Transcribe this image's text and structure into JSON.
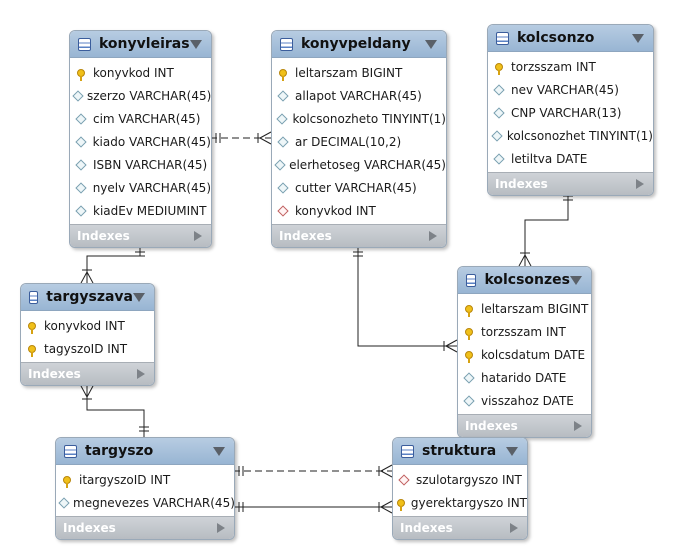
{
  "tables": [
    {
      "id": "konyvleiras",
      "name": "konyvleiras",
      "footer": "Indexes",
      "columns": [
        {
          "text": "konyvkod INT",
          "icon": "key"
        },
        {
          "text": "szerzo VARCHAR(45)",
          "icon": "diamond"
        },
        {
          "text": "cim VARCHAR(45)",
          "icon": "diamond"
        },
        {
          "text": "kiado VARCHAR(45)",
          "icon": "diamond"
        },
        {
          "text": "ISBN VARCHAR(45)",
          "icon": "diamond"
        },
        {
          "text": "nyelv VARCHAR(45)",
          "icon": "diamond"
        },
        {
          "text": "kiadEv MEDIUMINT",
          "icon": "diamond"
        }
      ]
    },
    {
      "id": "konyvpeldany",
      "name": "konyvpeldany",
      "footer": "Indexes",
      "columns": [
        {
          "text": "leltarszam BIGINT",
          "icon": "key"
        },
        {
          "text": "allapot VARCHAR(45)",
          "icon": "diamond"
        },
        {
          "text": "kolcsonozheto TINYINT(1)",
          "icon": "diamond"
        },
        {
          "text": "ar DECIMAL(10,2)",
          "icon": "diamond"
        },
        {
          "text": "elerhetoseg VARCHAR(45)",
          "icon": "diamond"
        },
        {
          "text": "cutter VARCHAR(45)",
          "icon": "diamond"
        },
        {
          "text": "konyvkod INT",
          "icon": "fk-diamond"
        }
      ]
    },
    {
      "id": "kolcsonzo",
      "name": "kolcsonzo",
      "footer": "Indexes",
      "columns": [
        {
          "text": "torzsszam INT",
          "icon": "key"
        },
        {
          "text": "nev VARCHAR(45)",
          "icon": "diamond"
        },
        {
          "text": "CNP VARCHAR(13)",
          "icon": "diamond"
        },
        {
          "text": "kolcsonozhet TINYINT(1)",
          "icon": "diamond"
        },
        {
          "text": "letiltva DATE",
          "icon": "diamond"
        }
      ]
    },
    {
      "id": "targyszava",
      "name": "targyszava",
      "footer": "Indexes",
      "columns": [
        {
          "text": "konyvkod INT",
          "icon": "key"
        },
        {
          "text": "tagyszoID INT",
          "icon": "key"
        }
      ]
    },
    {
      "id": "kolcsonzes",
      "name": "kolcsonzes",
      "footer": "Indexes",
      "columns": [
        {
          "text": "leltarszam BIGINT",
          "icon": "key"
        },
        {
          "text": "torzsszam INT",
          "icon": "key"
        },
        {
          "text": "kolcsdatum DATE",
          "icon": "key"
        },
        {
          "text": "hatarido DATE",
          "icon": "diamond"
        },
        {
          "text": "visszahoz DATE",
          "icon": "diamond"
        }
      ]
    },
    {
      "id": "targyszo",
      "name": "targyszo",
      "footer": "Indexes",
      "columns": [
        {
          "text": "itargyszoID INT",
          "icon": "key"
        },
        {
          "text": "megnevezes VARCHAR(45)",
          "icon": "diamond"
        }
      ]
    },
    {
      "id": "struktura",
      "name": "struktura",
      "footer": "Indexes",
      "columns": [
        {
          "text": "szulotargyszo INT",
          "icon": "fk-diamond"
        },
        {
          "text": "gyerektargyszo INT",
          "icon": "key"
        }
      ]
    }
  ],
  "relationships": [
    {
      "from": "konyvleiras",
      "to": "konyvpeldany",
      "identifying": false
    },
    {
      "from": "konyvleiras",
      "to": "targyszava",
      "identifying": true
    },
    {
      "from": "targyszava",
      "to": "targyszo",
      "identifying": true
    },
    {
      "from": "kolcsonzo",
      "to": "kolcsonzes",
      "identifying": true
    },
    {
      "from": "konyvpeldany",
      "to": "kolcsonzes",
      "identifying": true
    },
    {
      "from": "targyszo",
      "to": "struktura",
      "identifying": false
    },
    {
      "from": "targyszo",
      "to": "struktura",
      "identifying": true
    }
  ]
}
